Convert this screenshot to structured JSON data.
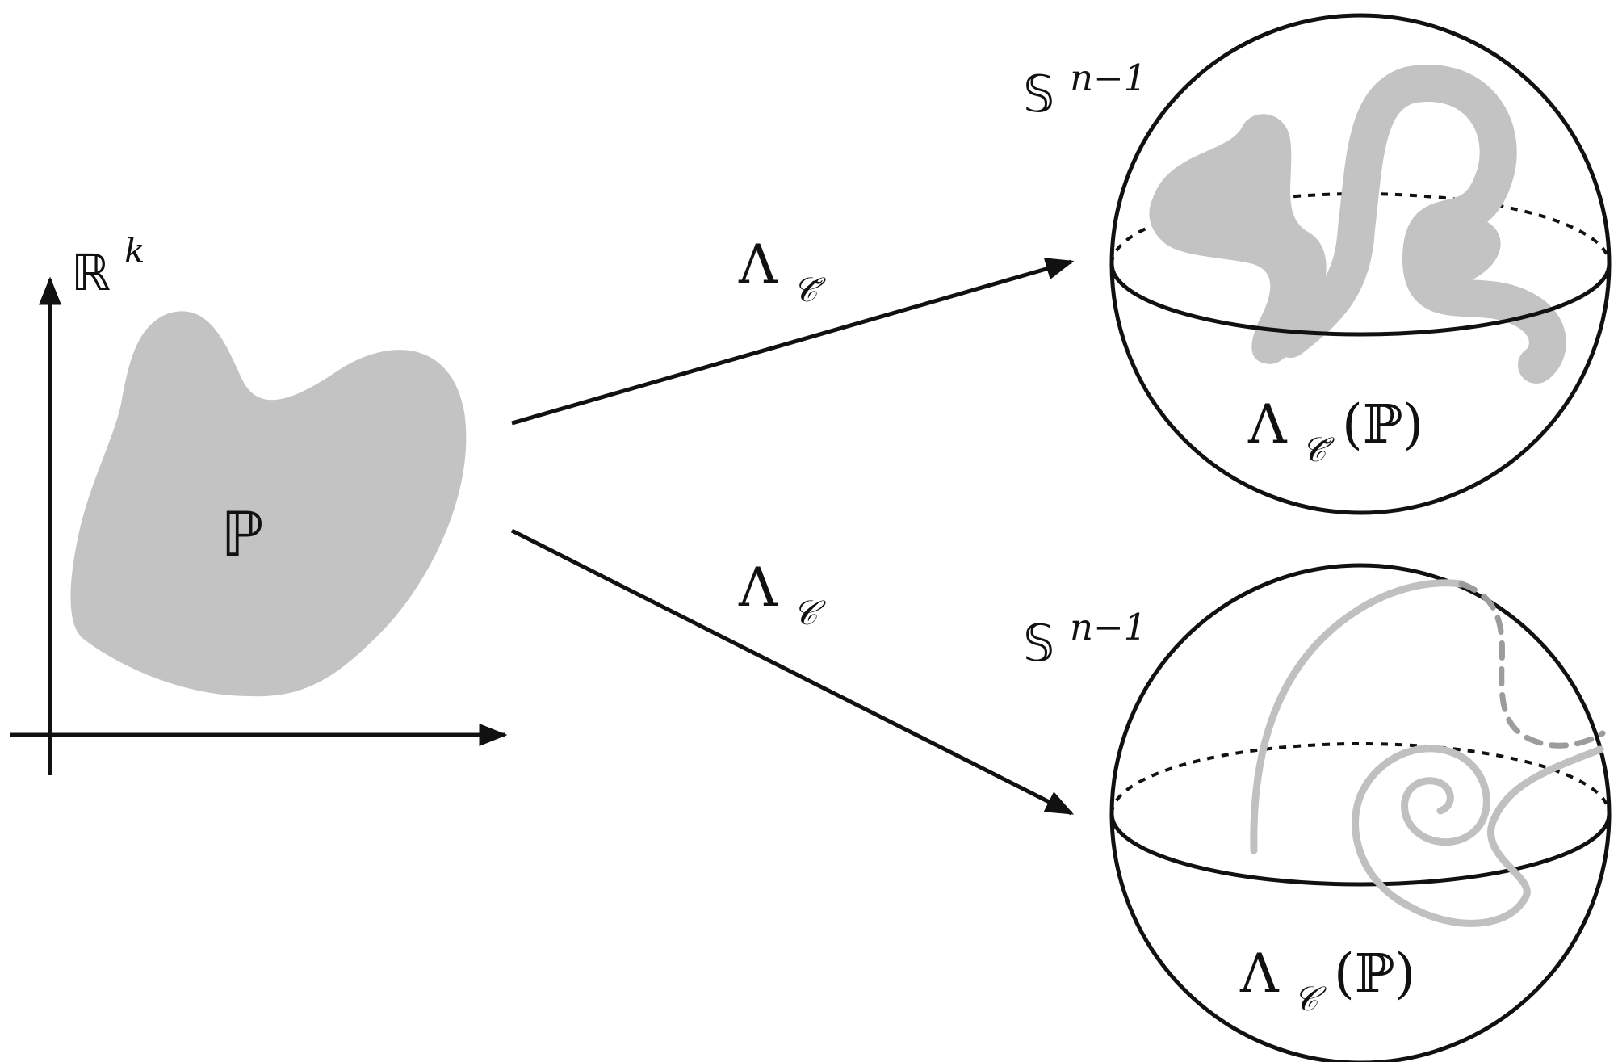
{
  "colors": {
    "ink": "#111111",
    "region_fill": "#c3c3c3",
    "curve_stroke": "#c0c0c0",
    "dashed_curve_stroke": "#9c9c9c",
    "background": "#ffffff"
  },
  "labels": {
    "plane_space": {
      "base": "ℝ",
      "superscript": "k"
    },
    "region": "ℙ",
    "upper_map": {
      "base": "Λ",
      "subscript": "𝒞̃"
    },
    "lower_map": {
      "base": "Λ",
      "subscript": "𝒞"
    },
    "upper_sphere": {
      "base": "𝕊",
      "superscript": "n−1"
    },
    "lower_sphere": {
      "base": "𝕊",
      "superscript": "n−1"
    },
    "upper_image": {
      "base": "Λ",
      "subscript": "𝒞̃",
      "argument": "(ℙ)"
    },
    "lower_image": {
      "base": "Λ",
      "subscript": "𝒞",
      "argument": "(ℙ)"
    }
  }
}
